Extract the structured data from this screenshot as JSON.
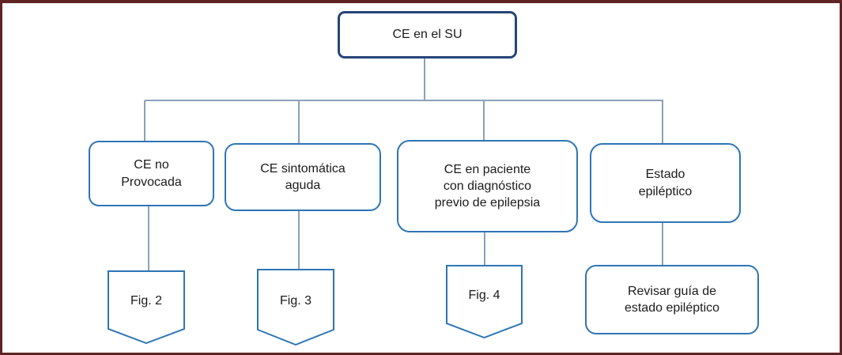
{
  "diagram": {
    "type": "flowchart",
    "language": "es",
    "palette": {
      "frame_border": "#5f2424",
      "root_border": "#264478",
      "node_border": "#2e75b6",
      "connector": "#8ba2b8",
      "text": "#1b1b1b",
      "background": "#ffffff"
    },
    "nodes": {
      "root": {
        "label": "CE en el SU"
      },
      "branch1": {
        "label": "CE no\nProvocada"
      },
      "branch2": {
        "label": "CE sintomática\naguda"
      },
      "branch3": {
        "label": "CE en paciente\ncon diagnóstico\nprevio de epilepsia"
      },
      "branch4": {
        "label": "Estado\nepiléptico"
      },
      "fig2": {
        "label": "Fig. 2"
      },
      "fig3": {
        "label": "Fig. 3"
      },
      "fig4": {
        "label": "Fig. 4"
      },
      "leaf4": {
        "label": "Revisar guía de\nestado epiléptico"
      }
    },
    "edges": [
      [
        "root",
        "branch1"
      ],
      [
        "root",
        "branch2"
      ],
      [
        "root",
        "branch3"
      ],
      [
        "root",
        "branch4"
      ],
      [
        "branch1",
        "fig2"
      ],
      [
        "branch2",
        "fig3"
      ],
      [
        "branch3",
        "fig4"
      ],
      [
        "branch4",
        "leaf4"
      ]
    ]
  }
}
